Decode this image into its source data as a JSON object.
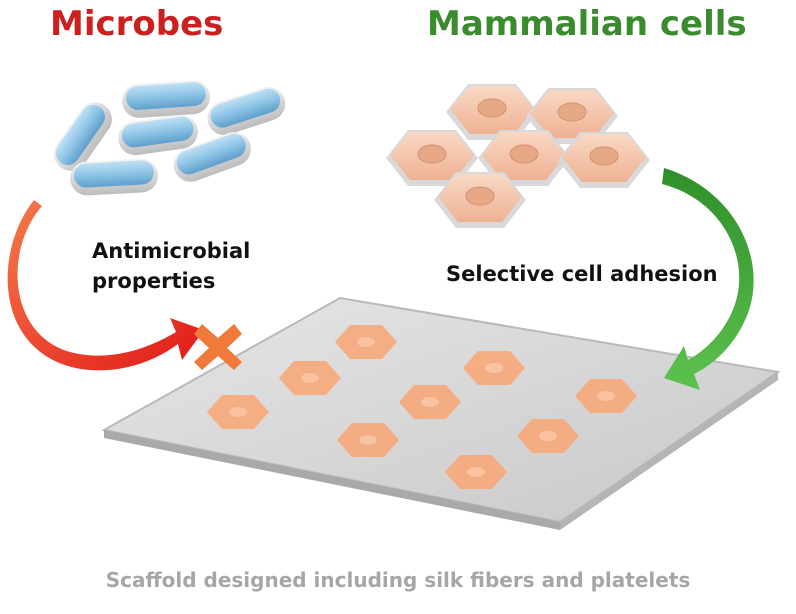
{
  "titles": {
    "microbes": "Microbes",
    "mammalian": "Mammalian cells"
  },
  "labels": {
    "antimicrobial_line1": "Antimicrobial",
    "antimicrobial_line2": "properties",
    "selective": "Selective cell adhesion"
  },
  "caption": "Scaffold designed including silk fibers and platelets",
  "colors": {
    "microbes_title": "#cc1f1f",
    "mammalian_title": "#3a8a2e",
    "bacteria_fill": "#8ec4e6",
    "cell_fill": "#f3c1a6",
    "scaffold": "#d4d4d4",
    "scaffold_cell": "#f7a77a",
    "red_arrow": "#e02020",
    "green_arrow": "#3fae3a",
    "cross": "#f07a3a",
    "caption": "#a6a6a6"
  },
  "icons": {
    "cross": "x-mark-icon",
    "red_arrow": "curved-arrow-icon",
    "green_arrow": "curved-arrow-icon"
  }
}
